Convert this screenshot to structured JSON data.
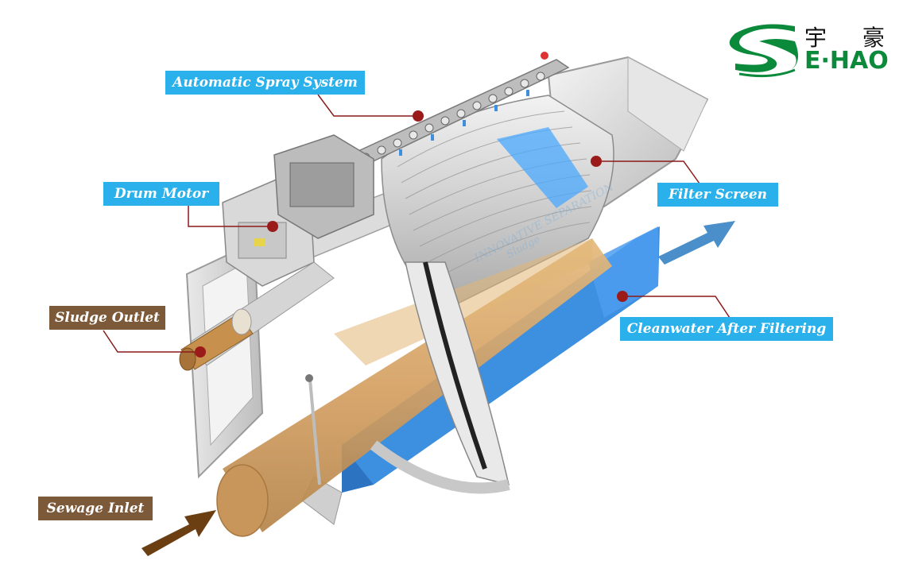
{
  "logo": {
    "chinese": "宇 豪",
    "english": "E·HAO"
  },
  "labels": {
    "spray": "Automatic Spray System",
    "motor": "Drum Motor",
    "filter": "Filter Screen",
    "sludge": "Sludge Outlet",
    "cleanwater": "Cleanwater After Filtering",
    "inlet": "Sewage Inlet"
  },
  "watermark": {
    "line1": "INNOVATIVE SEPARATION",
    "line2": "Sludge"
  },
  "colors": {
    "label_blue": "#2ab0ea",
    "label_brown": "#7c5a39",
    "leader": "#8b1a1a",
    "dot": "#9b1b1b",
    "sewage_tube": "#d9a86a",
    "clean_tank": "#3d8fe0",
    "logo_green": "#0a8a3a",
    "inlet_arrow": "#6b3f12",
    "outlet_arrow": "#4a8fc9"
  }
}
